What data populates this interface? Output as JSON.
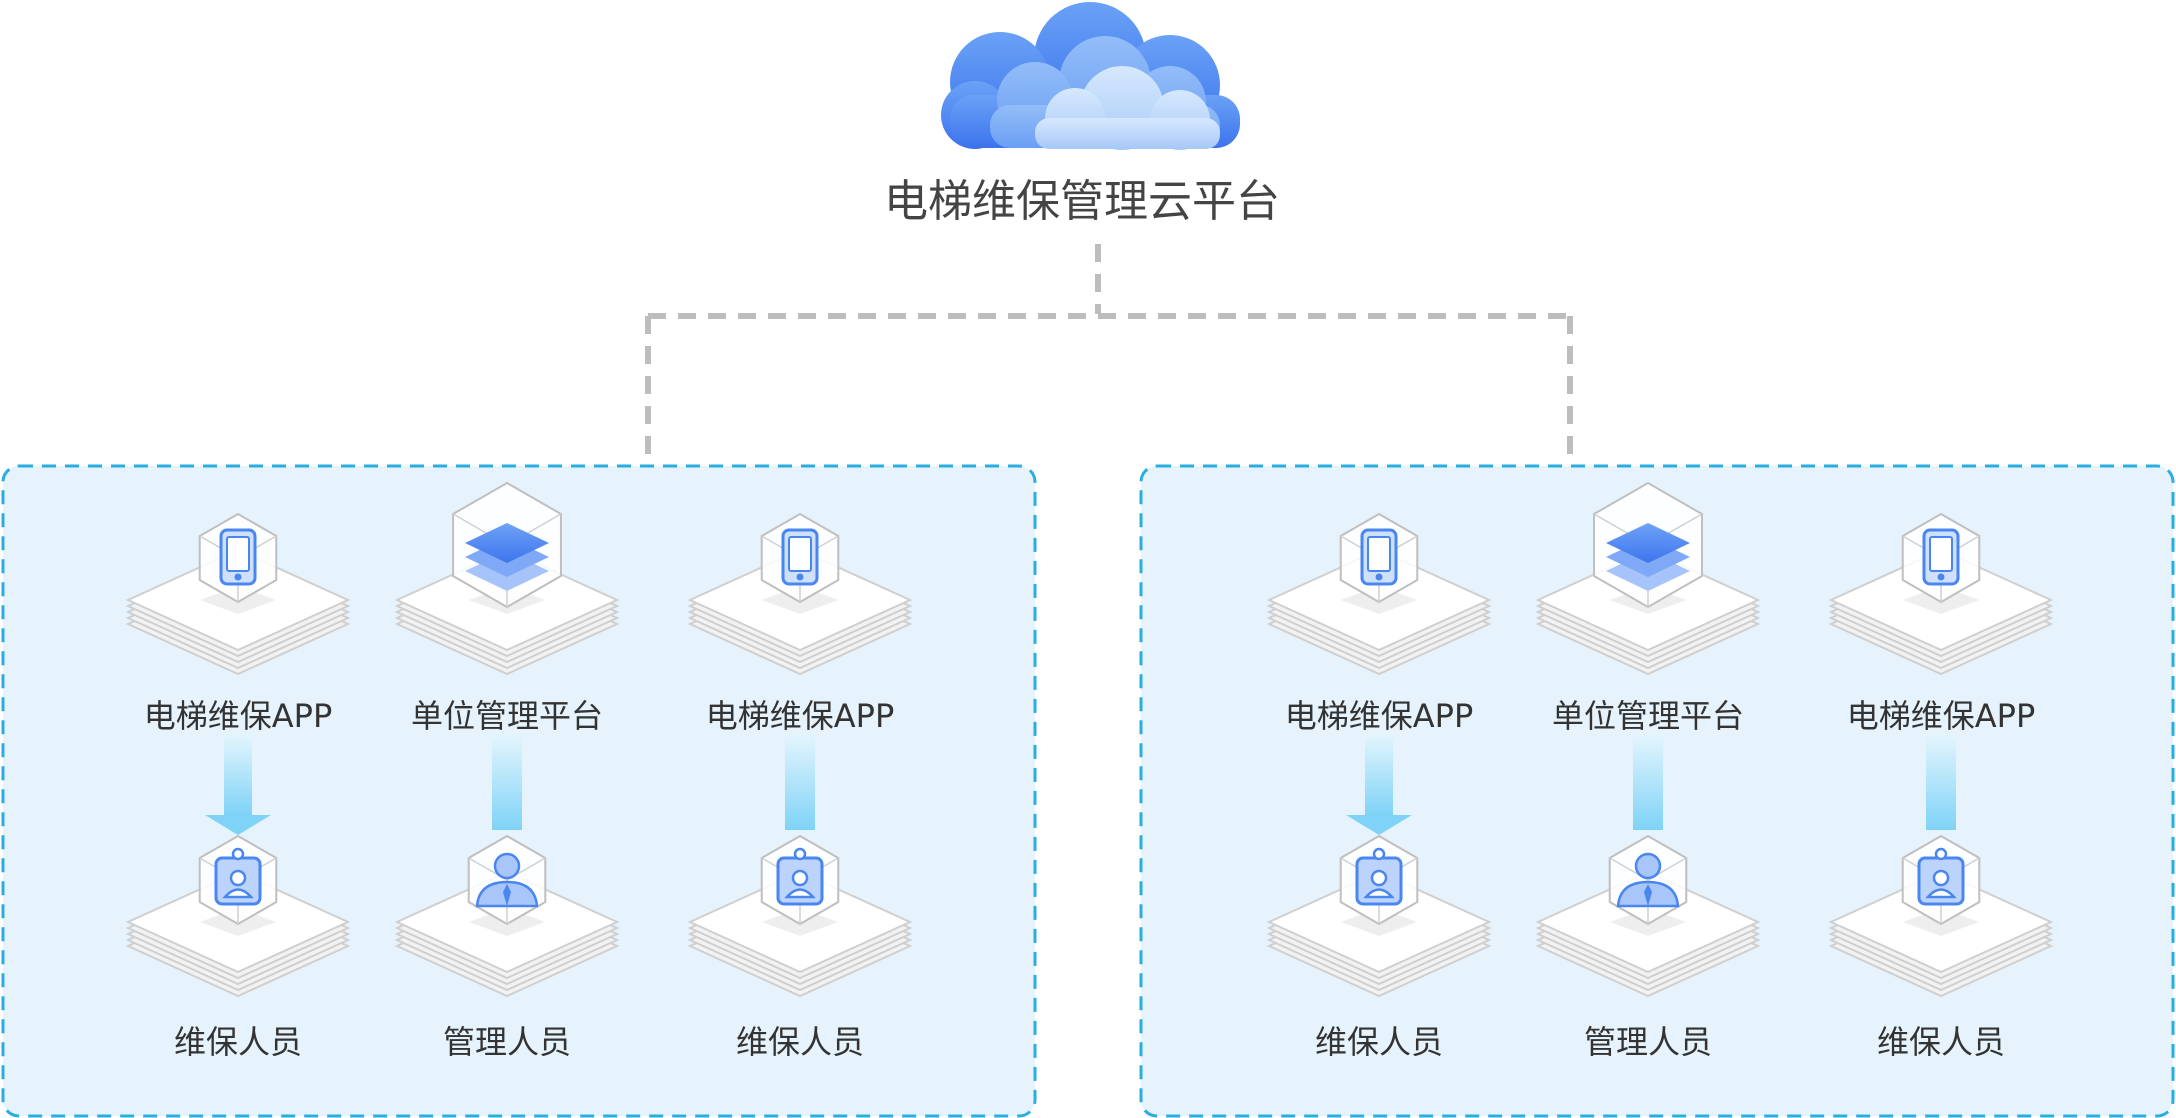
{
  "platform": {
    "title": "电梯维保管理云平台"
  },
  "groups": [
    {
      "nodes": [
        {
          "label": "电梯维保APP",
          "icon": "phone-icon",
          "person_label": "维保人员",
          "person_icon": "badge-person-icon",
          "arrow": "head"
        },
        {
          "label": "单位管理平台",
          "icon": "layers-icon",
          "person_label": "管理人员",
          "person_icon": "manager-person-icon",
          "arrow": "bar"
        },
        {
          "label": "电梯维保APP",
          "icon": "phone-icon",
          "person_label": "维保人员",
          "person_icon": "badge-person-icon",
          "arrow": "bar"
        }
      ]
    },
    {
      "nodes": [
        {
          "label": "电梯维保APP",
          "icon": "phone-icon",
          "person_label": "维保人员",
          "person_icon": "badge-person-icon",
          "arrow": "head"
        },
        {
          "label": "单位管理平台",
          "icon": "layers-icon",
          "person_label": "管理人员",
          "person_icon": "manager-person-icon",
          "arrow": "bar"
        },
        {
          "label": "电梯维保APP",
          "icon": "phone-icon",
          "person_label": "维保人员",
          "person_icon": "badge-person-icon",
          "arrow": "bar"
        }
      ]
    }
  ],
  "colors": {
    "group_fill": "#e6f3fd",
    "group_border": "#2aaee0",
    "connector": "#bdbdbd",
    "icon_blue": "#4a86f0",
    "cloud_light": "#a9cdf9",
    "cloud_dark": "#3f78ef",
    "arrow": "#8ed8f8"
  }
}
